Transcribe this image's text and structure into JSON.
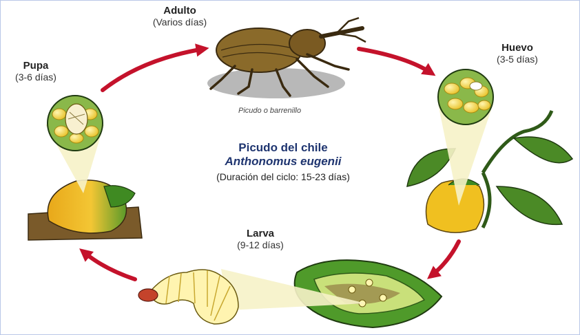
{
  "stages": {
    "adulto": {
      "name": "Adulto",
      "duration": "(Varios días)",
      "caption": "Picudo o barrenillo"
    },
    "huevo": {
      "name": "Huevo",
      "duration": "(3-5 días)"
    },
    "larva": {
      "name": "Larva",
      "duration": "(9-12 días)"
    },
    "pupa": {
      "name": "Pupa",
      "duration": "(3-6 días)"
    }
  },
  "center": {
    "common_name": "Picudo del chile",
    "scientific_name": "Anthonomus eugenii",
    "cycle": "(Duración del ciclo: 15-23 días)"
  },
  "colors": {
    "arrow": "#c4122b",
    "title": "#1f3570",
    "pepper_yellow": "#f0c020",
    "pepper_green": "#3f8a22",
    "weevil": "#8a6a2a"
  },
  "icons": [
    "weevil-adult-icon",
    "pepper-plant-icon",
    "pepper-halved-icon",
    "larva-icon",
    "pepper-pupa-icon",
    "cycle-arrow-icon"
  ]
}
